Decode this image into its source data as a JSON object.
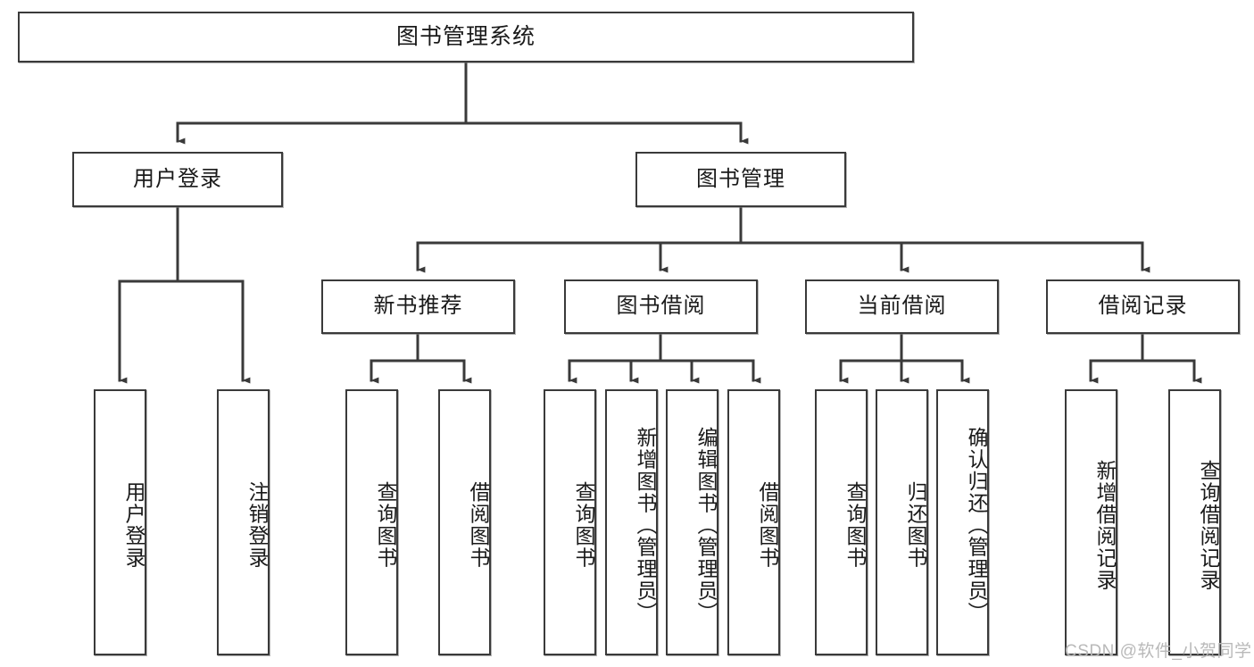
{
  "diagram": {
    "title": "图书管理系统",
    "type": "tree-hierarchy-chart",
    "watermark": "CSDN @软件_小贺同学",
    "colors": {
      "border": "#3a3a3a",
      "background": "#ffffff",
      "text": "#1a1a1a",
      "connector": "#3a3a3a",
      "watermark": "#b9b9b9"
    },
    "root": {
      "label": "图书管理系统"
    },
    "level2": [
      {
        "id": "user-login",
        "label": "用户登录"
      },
      {
        "id": "book-management",
        "label": "图书管理"
      }
    ],
    "level3": [
      {
        "id": "new-book-recommend",
        "label": "新书推荐"
      },
      {
        "id": "book-borrow",
        "label": "图书借阅"
      },
      {
        "id": "current-borrow",
        "label": "当前借阅"
      },
      {
        "id": "borrow-record",
        "label": "借阅记录"
      }
    ],
    "leaves": {
      "user-login": [
        {
          "id": "leaf-user-login",
          "label": "用户登录"
        },
        {
          "id": "leaf-logout",
          "label": "注销登录"
        }
      ],
      "new-book-recommend": [
        {
          "id": "leaf-query-book-1",
          "label": "查询图书"
        },
        {
          "id": "leaf-borrow-book-1",
          "label": "借阅图书"
        }
      ],
      "book-borrow": [
        {
          "id": "leaf-query-book-2",
          "label": "查询图书"
        },
        {
          "id": "leaf-add-book",
          "label": "新增图书（管理员）"
        },
        {
          "id": "leaf-edit-book",
          "label": "编辑图书（管理员）"
        },
        {
          "id": "leaf-borrow-book-2",
          "label": "借阅图书"
        }
      ],
      "current-borrow": [
        {
          "id": "leaf-query-book-3",
          "label": "查询图书"
        },
        {
          "id": "leaf-return-book",
          "label": "归还图书"
        },
        {
          "id": "leaf-confirm-return",
          "label": "确认归还（管理员）"
        }
      ],
      "borrow-record": [
        {
          "id": "leaf-add-record",
          "label": "新增借阅记录"
        },
        {
          "id": "leaf-query-record",
          "label": "查询借阅记录"
        }
      ]
    }
  }
}
